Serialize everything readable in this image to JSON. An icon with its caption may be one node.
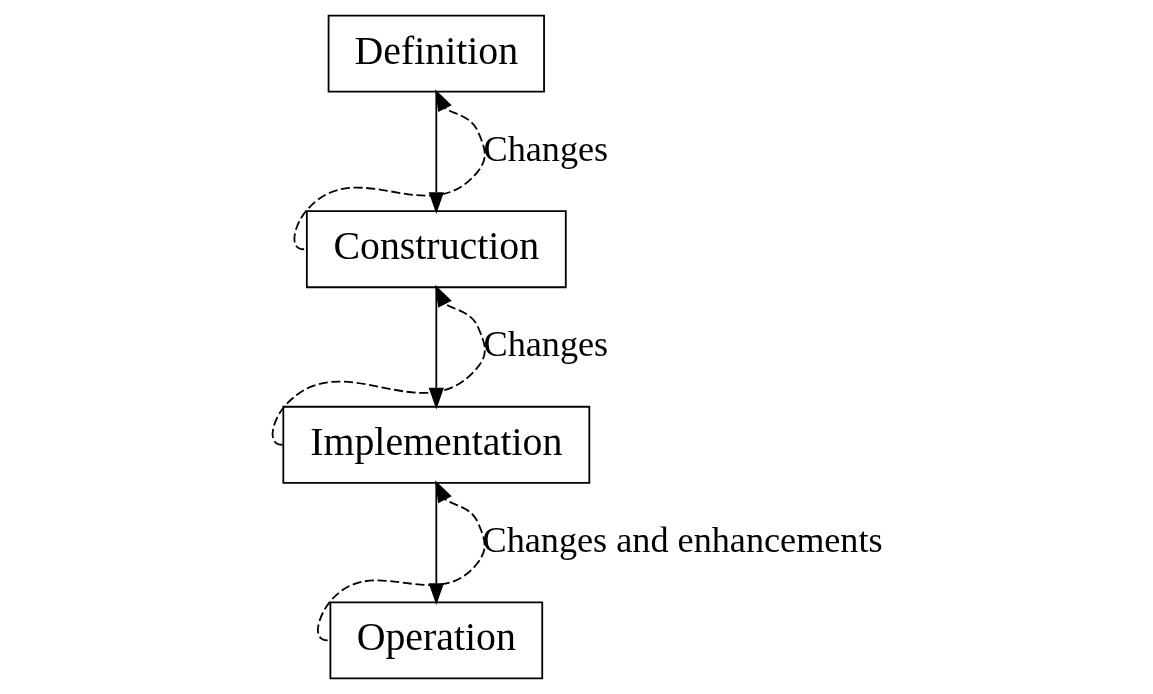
{
  "diagram": {
    "nodes": [
      {
        "text": [
          "Definition"
        ]
      },
      {
        "text": [
          "Construction"
        ]
      },
      {
        "text": [
          "Implementation"
        ]
      },
      {
        "text": [
          "Operation"
        ]
      }
    ],
    "edges": [
      {
        "from": 0,
        "to": 1,
        "arrow": "to"
      },
      {
        "from": 1,
        "to": 2,
        "arrow": "to"
      },
      {
        "from": 2,
        "to": 3,
        "arrow": "to"
      },
      {
        "from": 1,
        "to": 0,
        "arrow": "to",
        "style": "dashed",
        "label": "Changes"
      },
      {
        "from": 2,
        "to": 1,
        "arrow": "to",
        "style": "dashed",
        "label": "Changes"
      },
      {
        "from": 3,
        "to": 2,
        "arrow": "to",
        "style": "dashed",
        "label": "Changes and enhancements"
      }
    ]
  }
}
